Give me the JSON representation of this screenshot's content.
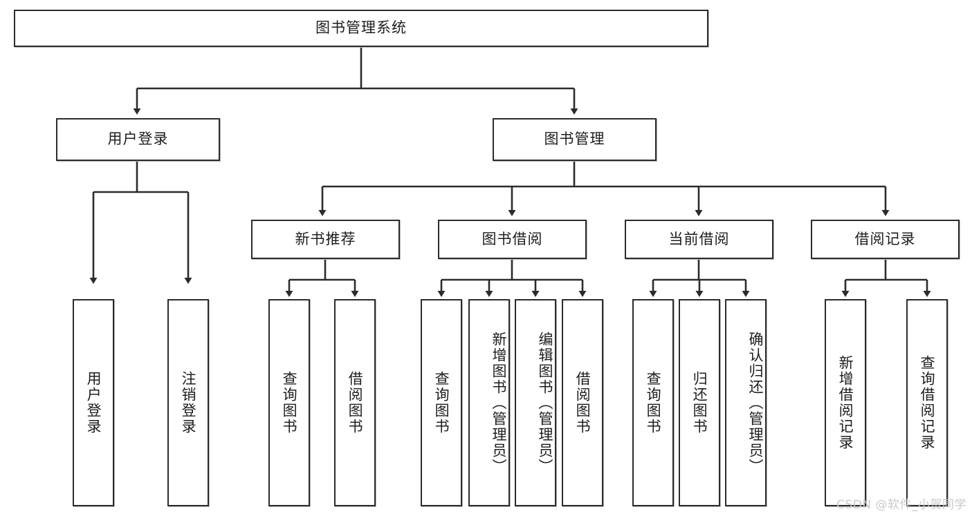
{
  "diagram": {
    "title_node": {
      "label": "图书管理系统"
    },
    "level2": [
      {
        "id": "user-login",
        "label": "用户登录"
      },
      {
        "id": "book-management",
        "label": "图书管理"
      }
    ],
    "level3": [
      {
        "id": "new-book-recommend",
        "label": "新书推荐"
      },
      {
        "id": "book-borrow",
        "label": "图书借阅"
      },
      {
        "id": "current-borrow",
        "label": "当前借阅"
      },
      {
        "id": "borrow-record",
        "label": "借阅记录"
      }
    ],
    "leaves": [
      {
        "id": "leaf-user-login",
        "label": "用户登录",
        "parent": "user-login"
      },
      {
        "id": "leaf-logout-login",
        "label": "注销登录",
        "parent": "user-login"
      },
      {
        "id": "leaf-query-book-1",
        "label": "查询图书",
        "parent": "new-book-recommend"
      },
      {
        "id": "leaf-borrow-book-1",
        "label": "借阅图书",
        "parent": "new-book-recommend"
      },
      {
        "id": "leaf-query-book-2",
        "label": "查询图书",
        "parent": "book-borrow"
      },
      {
        "id": "leaf-add-book",
        "label": "新增图书（管理员）",
        "parent": "book-borrow"
      },
      {
        "id": "leaf-edit-book",
        "label": "编辑图书（管理员）",
        "parent": "book-borrow"
      },
      {
        "id": "leaf-borrow-book-2",
        "label": "借阅图书",
        "parent": "book-borrow"
      },
      {
        "id": "leaf-query-book-3",
        "label": "查询图书",
        "parent": "current-borrow"
      },
      {
        "id": "leaf-return-book",
        "label": "归还图书",
        "parent": "current-borrow"
      },
      {
        "id": "leaf-confirm-return",
        "label": "确认归还（管理员）",
        "parent": "current-borrow"
      },
      {
        "id": "leaf-add-record",
        "label": "新增借阅记录",
        "parent": "borrow-record"
      },
      {
        "id": "leaf-query-record",
        "label": "查询借阅记录",
        "parent": "borrow-record"
      }
    ],
    "watermark": "CSDN @软件_小贺同学",
    "colors": {
      "border": "#2b2b2b",
      "background": "#ffffff",
      "text": "#1d1d1d",
      "watermark": "#c9c9c9"
    }
  }
}
